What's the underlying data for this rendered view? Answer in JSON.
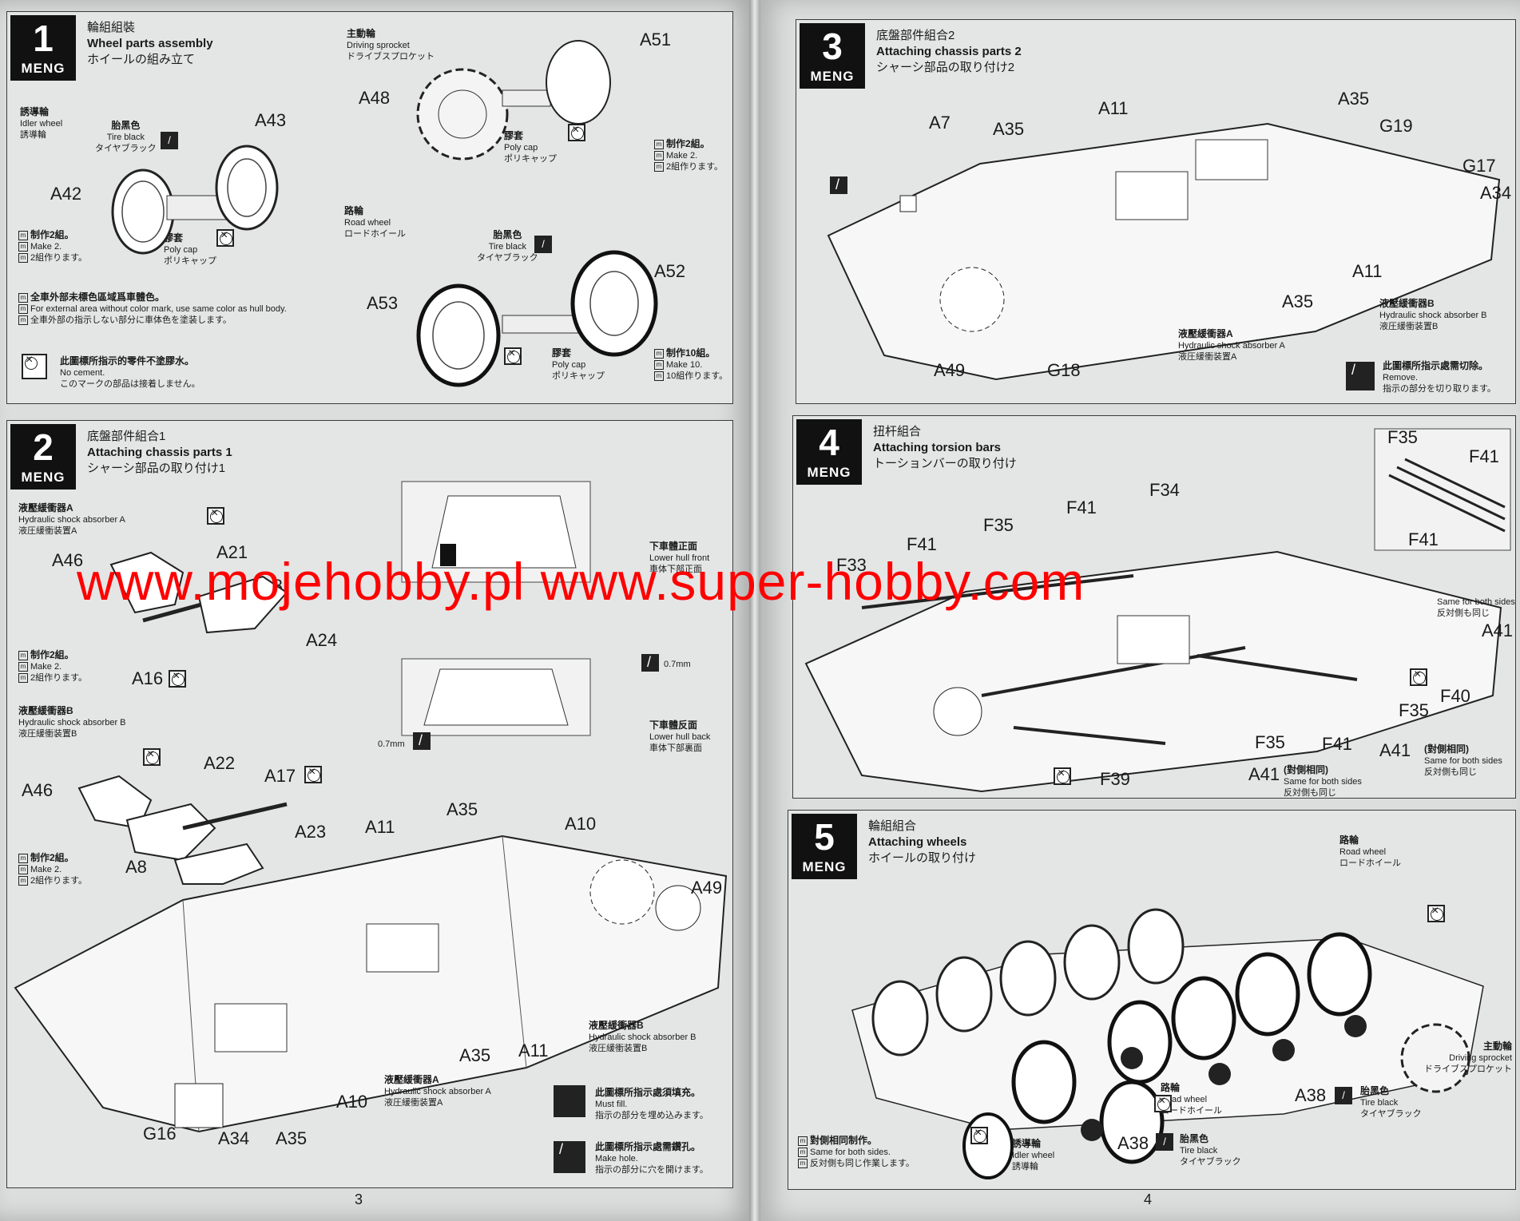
{
  "brand": "MENG",
  "watermark": "www.mojehobby.pl www.super-hobby.com",
  "page_numbers": {
    "left": "3",
    "right": "4"
  },
  "step1": {
    "number": "1",
    "title_zh": "輪組組裝",
    "title_en": "Wheel parts assembly",
    "title_jp": "ホイールの組み立て",
    "idler": {
      "zh": "誘導輪",
      "en": "Idler wheel",
      "jp": "誘導輪"
    },
    "tire": {
      "zh": "胎黑色",
      "en": "Tire black",
      "jp": "タイヤブラック"
    },
    "poly": {
      "zh": "膠套",
      "en": "Poly cap",
      "jp": "ポリキャップ"
    },
    "sprocket": {
      "zh": "主動輪",
      "en": "Driving sprocket",
      "jp": "ドライブスプロケット"
    },
    "road": {
      "zh": "路輪",
      "en": "Road wheel",
      "jp": "ロードホイール"
    },
    "make2": {
      "zh": "制作2組。",
      "en": "Make 2.",
      "jp": "2組作ります。"
    },
    "make10": {
      "zh": "制作10組。",
      "en": "Make 10.",
      "jp": "10組作ります。"
    },
    "hullcolor": {
      "zh": "全車外部未標色區域爲車體色。",
      "en": "For external area without color mark, use same color as hull body.",
      "jp": "全車外部の指示しない部分に車体色を塗装します。"
    },
    "nocement": {
      "zh": "此圖標所指示的零件不塗膠水。",
      "en": "No cement.",
      "jp": "このマークの部品は接着しません。"
    },
    "parts": [
      "A43",
      "A42",
      "A51",
      "A48",
      "A52",
      "A53"
    ]
  },
  "step2": {
    "number": "2",
    "title_zh": "底盤部件組合1",
    "title_en": "Attaching chassis parts 1",
    "title_jp": "シャーシ部品の取り付け1",
    "shockA": {
      "zh": "液壓緩衝器A",
      "en": "Hydraulic shock absorber A",
      "jp": "液圧緩衝装置A"
    },
    "shockB": {
      "zh": "液壓緩衝器B",
      "en": "Hydraulic shock absorber B",
      "jp": "液圧緩衝装置B"
    },
    "lowerfront": {
      "zh": "下車體正面",
      "en": "Lower hull front",
      "jp": "車体下部正面"
    },
    "lowerback": {
      "zh": "下車體反面",
      "en": "Lower hull back",
      "jp": "車体下部裏面"
    },
    "drill_size": "0.7mm",
    "fill": {
      "zh": "此圖標所指示處須填充。",
      "en": "Must fill.",
      "jp": "指示の部分を埋め込みます。"
    },
    "hole": {
      "zh": "此圖標所指示處需鑽孔。",
      "en": "Make hole.",
      "jp": "指示の部分に穴を開けます。"
    },
    "make2": {
      "zh": "制作2組。",
      "en": "Make 2.",
      "jp": "2組作ります。"
    },
    "parts": [
      "A46",
      "A21",
      "A8",
      "A24",
      "A16",
      "A46",
      "A22",
      "A17",
      "A23",
      "A8",
      "A11",
      "A35",
      "A10",
      "A49",
      "A35",
      "A11",
      "A10",
      "G16",
      "A34",
      "A35"
    ]
  },
  "step3": {
    "number": "3",
    "title_zh": "底盤部件組合2",
    "title_en": "Attaching chassis parts 2",
    "title_jp": "シャーシ部品の取り付け2",
    "shockA": {
      "zh": "液壓緩衝器A",
      "en": "Hydraulic shock absorber A",
      "jp": "液圧緩衝装置A"
    },
    "shockB": {
      "zh": "液壓緩衝器B",
      "en": "Hydraulic shock absorber B",
      "jp": "液圧緩衝装置B"
    },
    "remove": {
      "zh": "此圖標所指示處需切除。",
      "en": "Remove.",
      "jp": "指示の部分を切り取ります。"
    },
    "parts": [
      "A7",
      "A35",
      "A11",
      "A35",
      "G19",
      "G17",
      "A34",
      "A11",
      "A35",
      "A49",
      "G18"
    ]
  },
  "step4": {
    "number": "4",
    "title_zh": "扭杆組合",
    "title_en": "Attaching torsion bars",
    "title_jp": "トーションバーの取り付け",
    "same": {
      "zh": "(對側相同)",
      "en": "Same for both sides",
      "jp": "反対側も同じ"
    },
    "parts": [
      "F35",
      "F41",
      "F41",
      "F34",
      "F41",
      "F35",
      "F41",
      "F33",
      "A41",
      "F40",
      "F35",
      "F35",
      "F41",
      "A41",
      "A41",
      "F39"
    ]
  },
  "step5": {
    "number": "5",
    "title_zh": "輪組組合",
    "title_en": "Attaching wheels",
    "title_jp": "ホイールの取り付け",
    "road": {
      "zh": "路輪",
      "en": "Road wheel",
      "jp": "ロードホイール"
    },
    "sprocket": {
      "zh": "主動輪",
      "en": "Driving sprocket",
      "jp": "ドライブスプロケット"
    },
    "tire": {
      "zh": "胎黑色",
      "en": "Tire black",
      "jp": "タイヤブラック"
    },
    "idler": {
      "zh": "誘導輪",
      "en": "Idler wheel",
      "jp": "誘導輪"
    },
    "same": {
      "zh": "對側相同制作。",
      "en": "Same for both sides.",
      "jp": "反対側も同じ作業します。"
    },
    "parts": [
      "A38",
      "A38"
    ]
  }
}
